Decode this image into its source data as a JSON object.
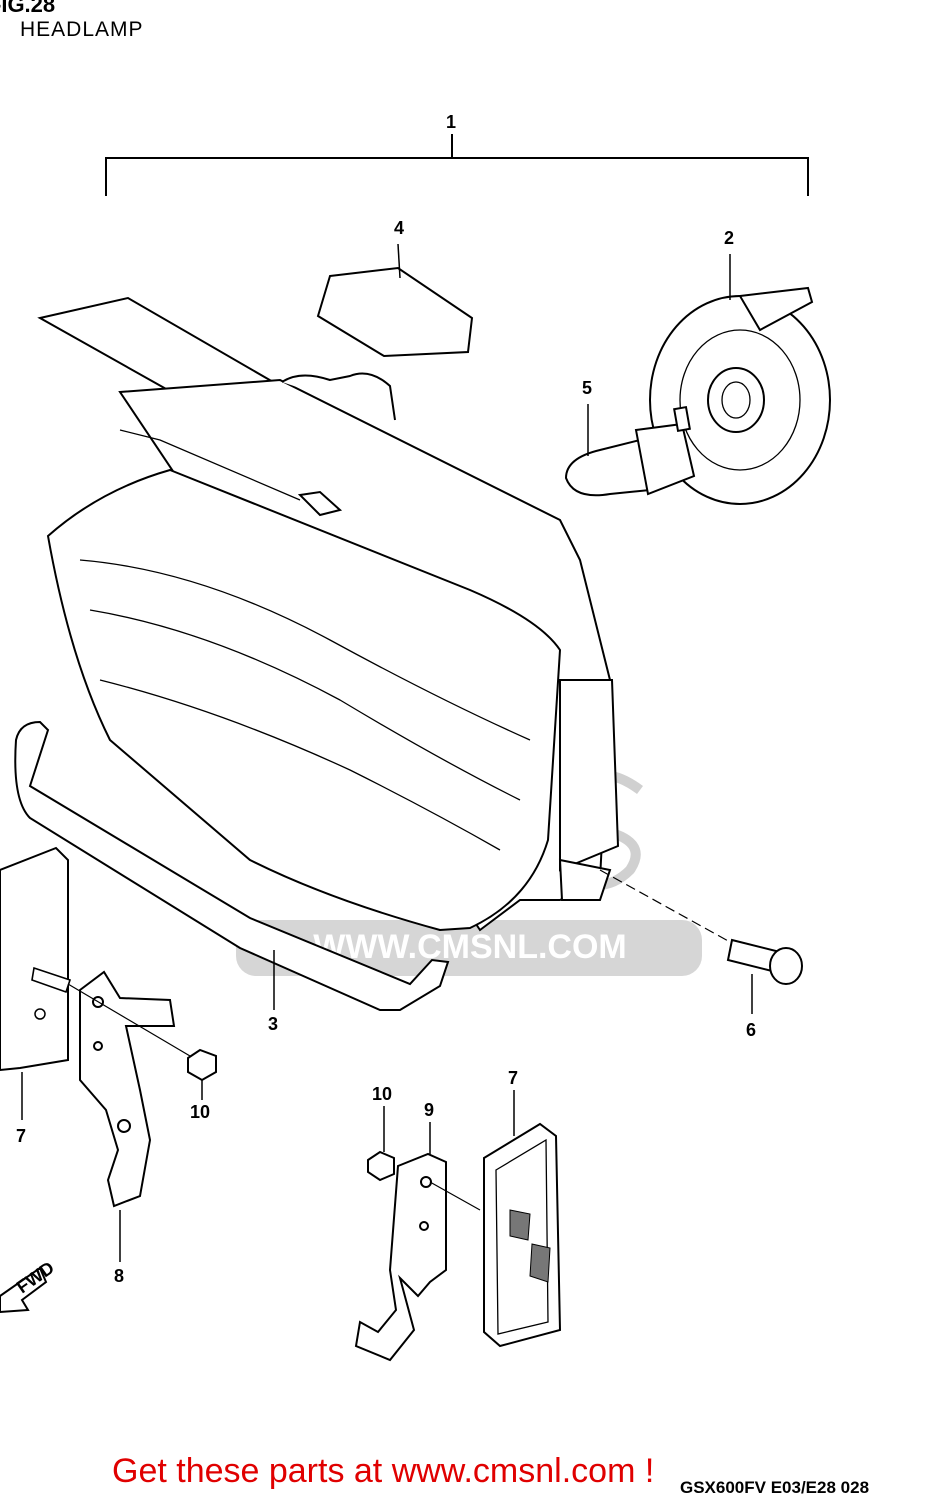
{
  "header": {
    "figure": "-IG.28",
    "title": "HEADLAMP"
  },
  "callouts": {
    "c1": "1",
    "c2": "2",
    "c3": "3",
    "c4": "4",
    "c5": "5",
    "c6": "6",
    "c7a": "7",
    "c7b": "7",
    "c8": "8",
    "c9": "9",
    "c10a": "10",
    "c10b": "10"
  },
  "watermark": {
    "url": "WWW.CMSNL.COM"
  },
  "direction": {
    "fwd": "FWD"
  },
  "footer": {
    "link": "Get these parts at www.cmsnl.com !",
    "code": "GSX600FV E03/E28 028"
  },
  "colors": {
    "line": "#000000",
    "watermark": "#c8c8c8",
    "link": "#e00000"
  }
}
